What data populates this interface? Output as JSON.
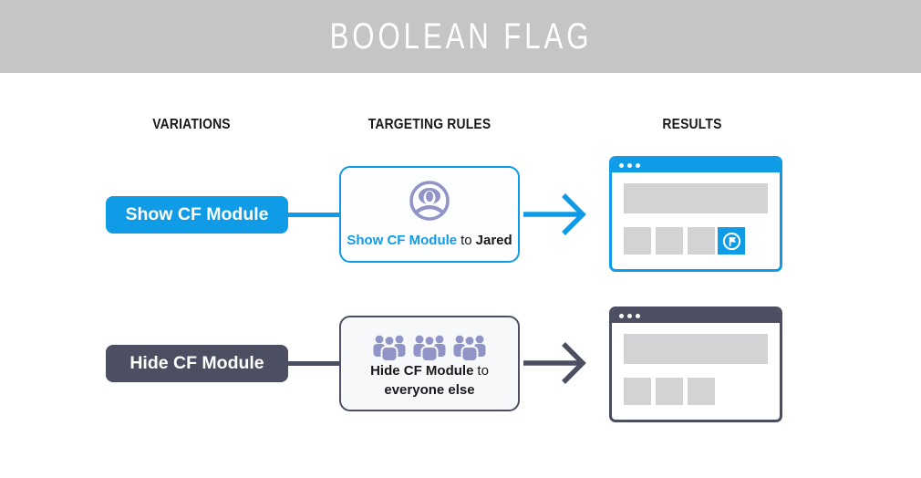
{
  "header": {
    "title": "BOOLEAN FLAG"
  },
  "columns": [
    {
      "label": "VARIATIONS"
    },
    {
      "label": "TARGETING RULES"
    },
    {
      "label": "RESULTS"
    }
  ],
  "rows": [
    {
      "variation": "Show CF Module",
      "rule": {
        "subject": "Show CF Module",
        "connector": "to",
        "audience": "Jared"
      },
      "rule_icon": "single-user-icon",
      "result_window": {
        "controls": "three-dots",
        "module_visible": true,
        "module_icon": "flag-icon"
      }
    },
    {
      "variation": "Hide CF Module",
      "rule": {
        "subject": "Hide CF Module",
        "connector": "to",
        "audience": "everyone else"
      },
      "rule_icon": "crowd-icon",
      "result_window": {
        "controls": "three-dots",
        "module_visible": false
      }
    }
  ],
  "colors": {
    "accent_blue": "#0f9be6",
    "slate_dark": "#4b4f61",
    "lavender": "#9094c6",
    "banner_gray": "#c5c5c5",
    "placeholder_gray": "#d3d3d5"
  }
}
